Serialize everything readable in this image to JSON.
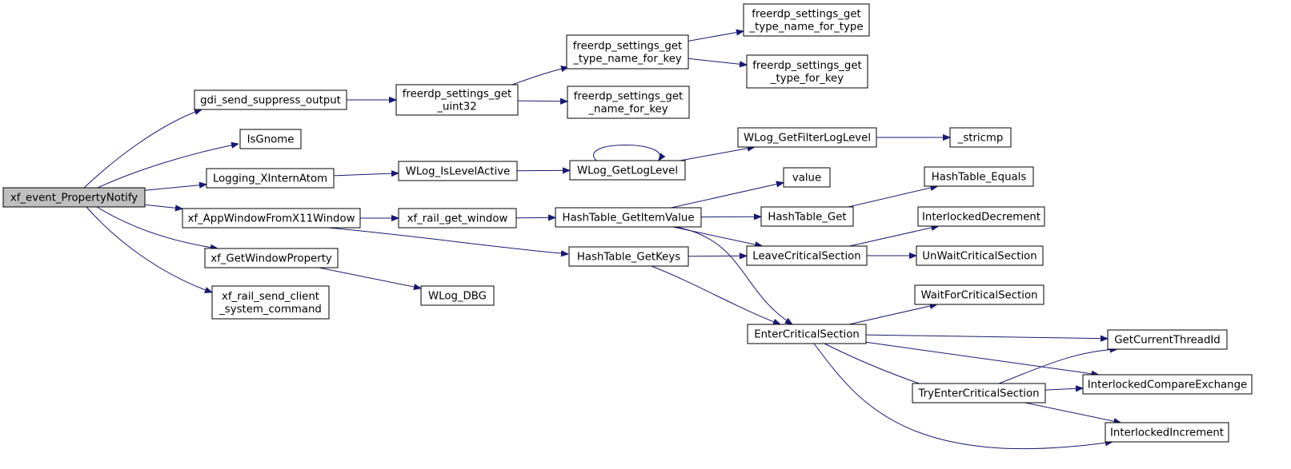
{
  "graph": {
    "root": "xf_event_PropertyNotify",
    "colors": {
      "edge": "#191970",
      "root_fill": "#bfbfbf",
      "node_fill": "#ffffff",
      "border": "#000000"
    },
    "nodes": [
      {
        "id": "xf_event_PropertyNotify",
        "lines": [
          "xf_event_PropertyNotify"
        ]
      },
      {
        "id": "gdi_send_suppress_output",
        "lines": [
          "gdi_send_suppress_output"
        ]
      },
      {
        "id": "IsGnome",
        "lines": [
          "IsGnome"
        ]
      },
      {
        "id": "Logging_XInternAtom",
        "lines": [
          "Logging_XInternAtom"
        ]
      },
      {
        "id": "xf_AppWindowFromX11Window",
        "lines": [
          "xf_AppWindowFromX11Window"
        ]
      },
      {
        "id": "xf_GetWindowProperty",
        "lines": [
          "xf_GetWindowProperty"
        ]
      },
      {
        "id": "xf_rail_send_client_system_command",
        "lines": [
          "xf_rail_send_client",
          "_system_command"
        ]
      },
      {
        "id": "freerdp_settings_get_uint32",
        "lines": [
          "freerdp_settings_get",
          "_uint32"
        ]
      },
      {
        "id": "freerdp_settings_get_type_name_for_key",
        "lines": [
          "freerdp_settings_get",
          "_type_name_for_key"
        ]
      },
      {
        "id": "freerdp_settings_get_name_for_key",
        "lines": [
          "freerdp_settings_get",
          "_name_for_key"
        ]
      },
      {
        "id": "freerdp_settings_get_type_name_for_type",
        "lines": [
          "freerdp_settings_get",
          "_type_name_for_type"
        ]
      },
      {
        "id": "freerdp_settings_get_type_for_key",
        "lines": [
          "freerdp_settings_get",
          "_type_for_key"
        ]
      },
      {
        "id": "WLog_IsLevelActive",
        "lines": [
          "WLog_IsLevelActive"
        ]
      },
      {
        "id": "WLog_GetLogLevel",
        "lines": [
          "WLog_GetLogLevel"
        ]
      },
      {
        "id": "WLog_GetFilterLogLevel",
        "lines": [
          "WLog_GetFilterLogLevel"
        ]
      },
      {
        "id": "_stricmp",
        "lines": [
          "_stricmp"
        ]
      },
      {
        "id": "xf_rail_get_window",
        "lines": [
          "xf_rail_get_window"
        ]
      },
      {
        "id": "HashTable_GetItemValue",
        "lines": [
          "HashTable_GetItemValue"
        ]
      },
      {
        "id": "value",
        "lines": [
          "value"
        ]
      },
      {
        "id": "HashTable_Get",
        "lines": [
          "HashTable_Get"
        ]
      },
      {
        "id": "HashTable_Equals",
        "lines": [
          "HashTable_Equals"
        ]
      },
      {
        "id": "HashTable_GetKeys",
        "lines": [
          "HashTable_GetKeys"
        ]
      },
      {
        "id": "LeaveCriticalSection",
        "lines": [
          "LeaveCriticalSection"
        ]
      },
      {
        "id": "InterlockedDecrement",
        "lines": [
          "InterlockedDecrement"
        ]
      },
      {
        "id": "UnWaitCriticalSection",
        "lines": [
          "UnWaitCriticalSection"
        ]
      },
      {
        "id": "WLog_DBG",
        "lines": [
          "WLog_DBG"
        ]
      },
      {
        "id": "EnterCriticalSection",
        "lines": [
          "EnterCriticalSection"
        ]
      },
      {
        "id": "WaitForCriticalSection",
        "lines": [
          "WaitForCriticalSection"
        ]
      },
      {
        "id": "GetCurrentThreadId",
        "lines": [
          "GetCurrentThreadId"
        ]
      },
      {
        "id": "InterlockedCompareExchange",
        "lines": [
          "InterlockedCompareExchange"
        ]
      },
      {
        "id": "TryEnterCriticalSection",
        "lines": [
          "TryEnterCriticalSection"
        ]
      },
      {
        "id": "InterlockedIncrement",
        "lines": [
          "InterlockedIncrement"
        ]
      }
    ],
    "edges": [
      [
        "xf_event_PropertyNotify",
        "gdi_send_suppress_output"
      ],
      [
        "xf_event_PropertyNotify",
        "IsGnome"
      ],
      [
        "xf_event_PropertyNotify",
        "Logging_XInternAtom"
      ],
      [
        "xf_event_PropertyNotify",
        "xf_AppWindowFromX11Window"
      ],
      [
        "xf_event_PropertyNotify",
        "xf_GetWindowProperty"
      ],
      [
        "xf_event_PropertyNotify",
        "xf_rail_send_client_system_command"
      ],
      [
        "gdi_send_suppress_output",
        "freerdp_settings_get_uint32"
      ],
      [
        "freerdp_settings_get_uint32",
        "freerdp_settings_get_type_name_for_key"
      ],
      [
        "freerdp_settings_get_uint32",
        "freerdp_settings_get_name_for_key"
      ],
      [
        "freerdp_settings_get_type_name_for_key",
        "freerdp_settings_get_type_name_for_type"
      ],
      [
        "freerdp_settings_get_type_name_for_key",
        "freerdp_settings_get_type_for_key"
      ],
      [
        "Logging_XInternAtom",
        "WLog_IsLevelActive"
      ],
      [
        "WLog_IsLevelActive",
        "WLog_GetLogLevel"
      ],
      [
        "WLog_GetLogLevel",
        "WLog_GetLogLevel"
      ],
      [
        "WLog_GetLogLevel",
        "WLog_GetFilterLogLevel"
      ],
      [
        "WLog_GetFilterLogLevel",
        "_stricmp"
      ],
      [
        "xf_AppWindowFromX11Window",
        "xf_rail_get_window"
      ],
      [
        "xf_AppWindowFromX11Window",
        "HashTable_GetKeys"
      ],
      [
        "xf_rail_get_window",
        "HashTable_GetItemValue"
      ],
      [
        "HashTable_GetItemValue",
        "value"
      ],
      [
        "HashTable_GetItemValue",
        "HashTable_Get"
      ],
      [
        "HashTable_GetItemValue",
        "LeaveCriticalSection"
      ],
      [
        "HashTable_GetItemValue",
        "EnterCriticalSection"
      ],
      [
        "HashTable_Get",
        "HashTable_Equals"
      ],
      [
        "HashTable_GetKeys",
        "LeaveCriticalSection"
      ],
      [
        "HashTable_GetKeys",
        "EnterCriticalSection"
      ],
      [
        "LeaveCriticalSection",
        "InterlockedDecrement"
      ],
      [
        "LeaveCriticalSection",
        "UnWaitCriticalSection"
      ],
      [
        "xf_GetWindowProperty",
        "WLog_DBG"
      ],
      [
        "EnterCriticalSection",
        "WaitForCriticalSection"
      ],
      [
        "EnterCriticalSection",
        "GetCurrentThreadId"
      ],
      [
        "EnterCriticalSection",
        "InterlockedCompareExchange"
      ],
      [
        "EnterCriticalSection",
        "TryEnterCriticalSection"
      ],
      [
        "EnterCriticalSection",
        "InterlockedIncrement"
      ],
      [
        "TryEnterCriticalSection",
        "GetCurrentThreadId"
      ],
      [
        "TryEnterCriticalSection",
        "InterlockedCompareExchange"
      ],
      [
        "TryEnterCriticalSection",
        "InterlockedIncrement"
      ]
    ]
  }
}
